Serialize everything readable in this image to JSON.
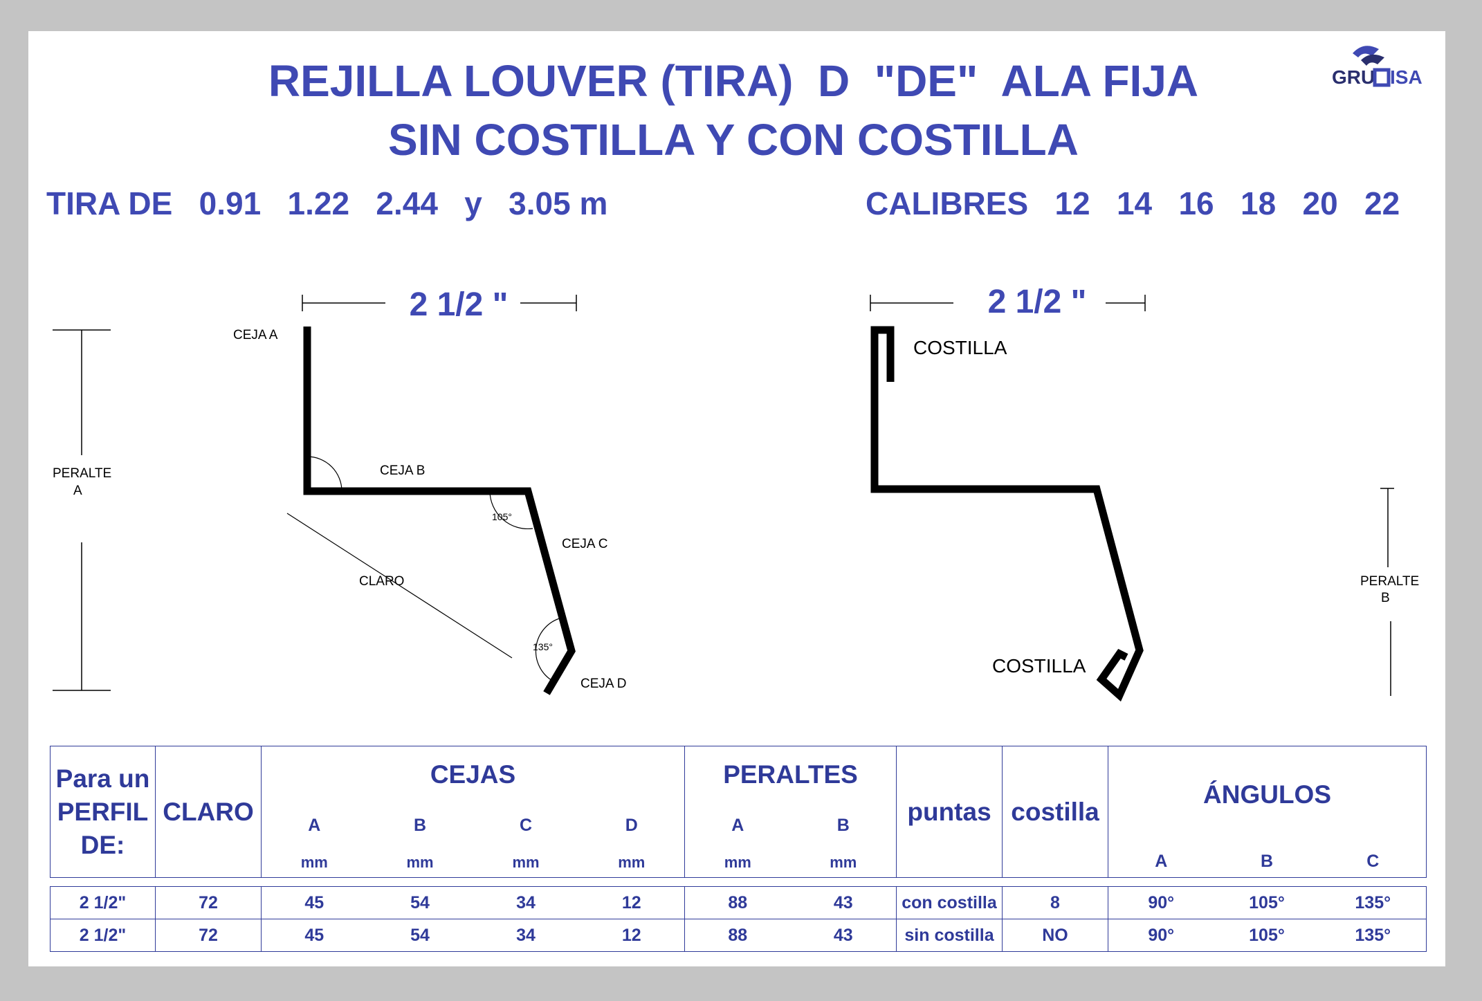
{
  "header": {
    "title_line1": "REJILLA LOUVER (TIRA)  D  \"DE\"  ALA FIJA",
    "title_line2": "SIN COSTILLA Y CON COSTILLA",
    "tira": "TIRA DE   0.91   1.22   2.44   y   3.05 m",
    "calibres": "CALIBRES   12   14   16   18   20   22",
    "logo_text_left": "GRU",
    "logo_text_right": "ISA"
  },
  "diagram_left": {
    "width_label": "2 1/2 \"",
    "ceja_a": "CEJA A",
    "ceja_b": "CEJA B",
    "ceja_c": "CEJA C",
    "ceja_d": "CEJA D",
    "claro": "CLARO",
    "peralte_a_line1": "PERALTE",
    "peralte_a_line2": "A",
    "angle_1": "105°",
    "angle_2": "135°"
  },
  "diagram_right": {
    "width_label": "2 1/2 \"",
    "costilla_top": "COSTILLA",
    "costilla_bottom": "COSTILLA",
    "peralte_b_line1": "PERALTE",
    "peralte_b_line2": "B"
  },
  "table": {
    "h_perfil_1": "Para un",
    "h_perfil_2": "PERFIL",
    "h_perfil_3": "DE:",
    "h_claro": "CLARO",
    "h_cejas": "CEJAS",
    "h_peraltes": "PERALTES",
    "h_puntas": "puntas",
    "h_costilla": "costilla",
    "h_angulos": "ÁNGULOS",
    "sub_cejas": [
      "A",
      "B",
      "C",
      "D"
    ],
    "sub_peraltes": [
      "A",
      "B"
    ],
    "sub_angulos": [
      "A",
      "B",
      "C"
    ],
    "unit": "mm",
    "rows": [
      [
        "2 1/2\"",
        "72",
        "45",
        "54",
        "34",
        "12",
        "88",
        "43",
        "con costilla",
        "8",
        "90°",
        "105°",
        "135°"
      ],
      [
        "2 1/2\"",
        "72",
        "45",
        "54",
        "34",
        "12",
        "88",
        "43",
        "sin costilla",
        "NO",
        "90°",
        "105°",
        "135°"
      ]
    ]
  },
  "colors": {
    "accent_blue": "#3f49b3",
    "table_blue": "#2f3a99",
    "frame_gray": "#c4c4c4"
  }
}
